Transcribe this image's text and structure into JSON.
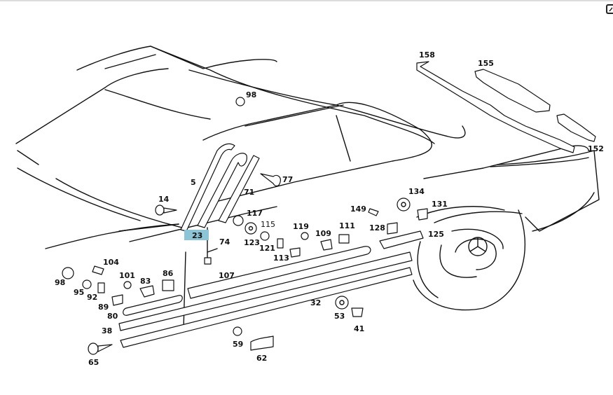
{
  "diagram": {
    "title": "Mercedes-Benz coupe side trim, moldings and fasteners exploded view",
    "highlight_color": "#8ec5d6",
    "line_color": "#111111",
    "highlighted_part": "23",
    "toolbar": {
      "edit_icon": "edit-icon"
    },
    "callouts": [
      {
        "id": "158",
        "label": "158"
      },
      {
        "id": "155",
        "label": "155"
      },
      {
        "id": "152",
        "label": "152"
      },
      {
        "id": "98a",
        "label": "98"
      },
      {
        "id": "77",
        "label": "77"
      },
      {
        "id": "5",
        "label": "5"
      },
      {
        "id": "71",
        "label": "71"
      },
      {
        "id": "14",
        "label": "14"
      },
      {
        "id": "23",
        "label": "23",
        "highlighted": true
      },
      {
        "id": "74",
        "label": "74"
      },
      {
        "id": "117",
        "label": "117"
      },
      {
        "id": "115",
        "label": "115"
      },
      {
        "id": "123",
        "label": "123"
      },
      {
        "id": "121",
        "label": "121"
      },
      {
        "id": "119",
        "label": "119"
      },
      {
        "id": "109",
        "label": "109"
      },
      {
        "id": "111",
        "label": "111"
      },
      {
        "id": "113",
        "label": "113"
      },
      {
        "id": "149",
        "label": "149"
      },
      {
        "id": "134",
        "label": "134"
      },
      {
        "id": "131",
        "label": "131"
      },
      {
        "id": "128",
        "label": "128"
      },
      {
        "id": "125",
        "label": "125"
      },
      {
        "id": "104",
        "label": "104"
      },
      {
        "id": "98b",
        "label": "98"
      },
      {
        "id": "101",
        "label": "101"
      },
      {
        "id": "83",
        "label": "83"
      },
      {
        "id": "86",
        "label": "86"
      },
      {
        "id": "95",
        "label": "95"
      },
      {
        "id": "92",
        "label": "92"
      },
      {
        "id": "89",
        "label": "89"
      },
      {
        "id": "80",
        "label": "80"
      },
      {
        "id": "107",
        "label": "107"
      },
      {
        "id": "32",
        "label": "32"
      },
      {
        "id": "38",
        "label": "38"
      },
      {
        "id": "53",
        "label": "53"
      },
      {
        "id": "41",
        "label": "41"
      },
      {
        "id": "59",
        "label": "59"
      },
      {
        "id": "62",
        "label": "62"
      },
      {
        "id": "65",
        "label": "65"
      }
    ]
  }
}
